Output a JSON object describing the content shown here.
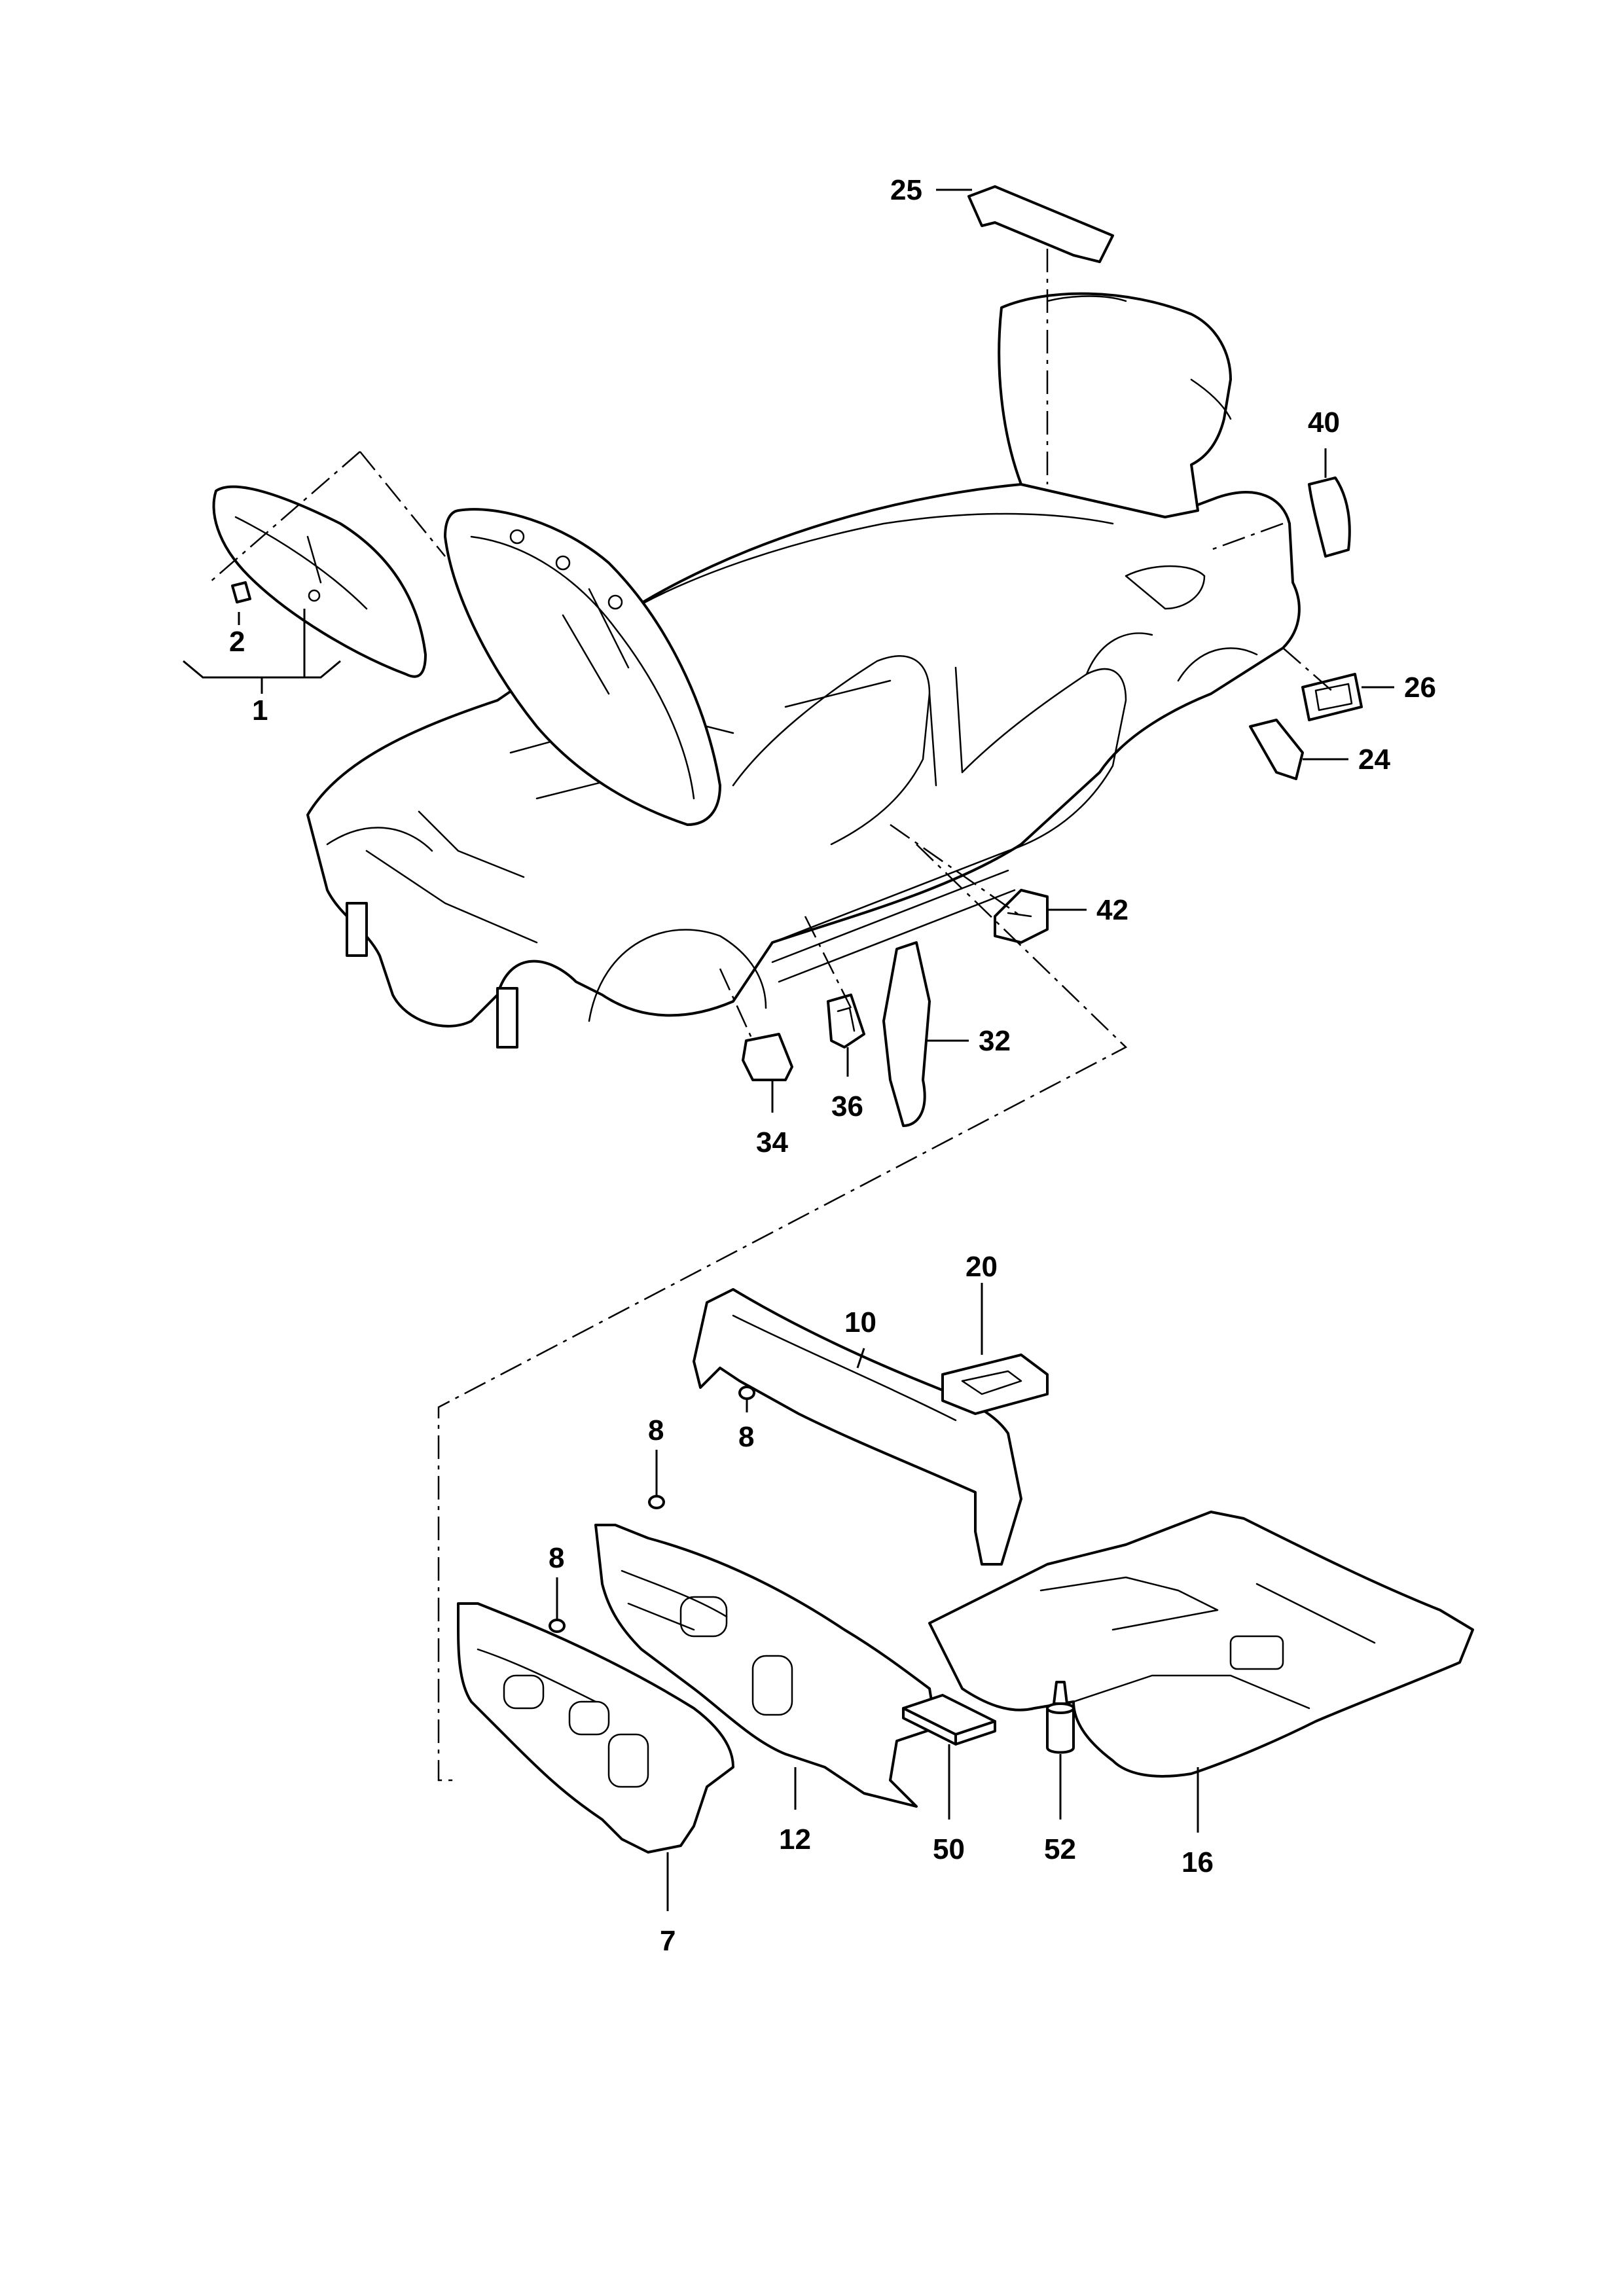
{
  "diagram": {
    "callouts": [
      {
        "id": "1",
        "label": "1"
      },
      {
        "id": "2",
        "label": "2"
      },
      {
        "id": "25",
        "label": "25"
      },
      {
        "id": "40",
        "label": "40"
      },
      {
        "id": "26",
        "label": "26"
      },
      {
        "id": "24",
        "label": "24"
      },
      {
        "id": "42",
        "label": "42"
      },
      {
        "id": "32",
        "label": "32"
      },
      {
        "id": "36",
        "label": "36"
      },
      {
        "id": "34",
        "label": "34"
      },
      {
        "id": "20",
        "label": "20"
      },
      {
        "id": "10",
        "label": "10"
      },
      {
        "id": "8a",
        "label": "8"
      },
      {
        "id": "8b",
        "label": "8"
      },
      {
        "id": "8c",
        "label": "8"
      },
      {
        "id": "12",
        "label": "12"
      },
      {
        "id": "7",
        "label": "7"
      },
      {
        "id": "16",
        "label": "16"
      },
      {
        "id": "50",
        "label": "50"
      },
      {
        "id": "52",
        "label": "52"
      }
    ]
  }
}
